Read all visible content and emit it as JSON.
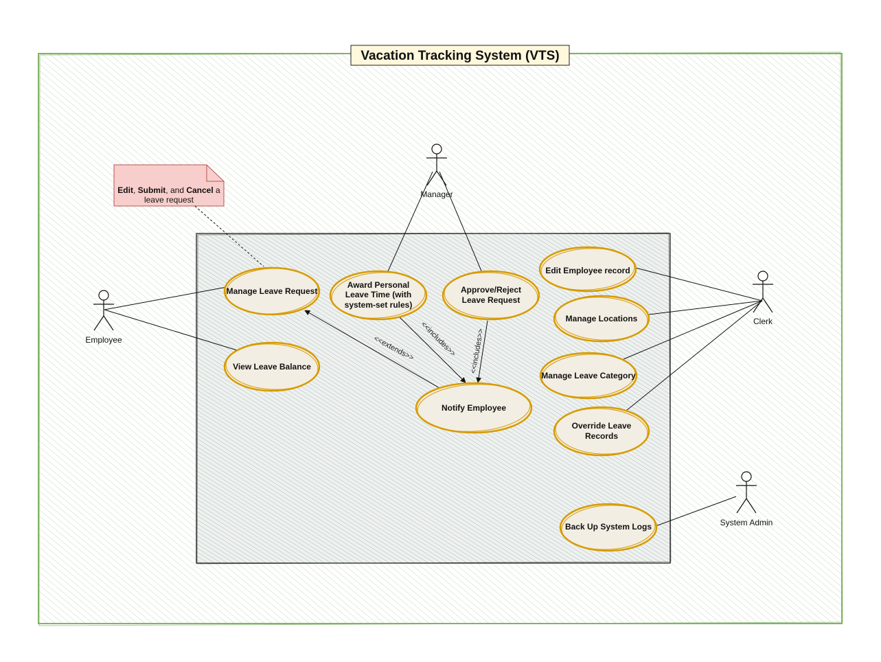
{
  "title": "Vacation Tracking System (VTS)",
  "note": {
    "line1": [
      {
        "text": "Edit",
        "bold": true
      },
      {
        "text": ", ",
        "bold": false
      },
      {
        "text": "Submit",
        "bold": true
      },
      {
        "text": ", and ",
        "bold": false
      },
      {
        "text": "Cancel",
        "bold": true
      },
      {
        "text": " a",
        "bold": false
      }
    ],
    "line2": "leave request"
  },
  "actors": {
    "employee": "Employee",
    "manager": "Manager",
    "clerk": "Clerk",
    "admin": "System Admin"
  },
  "use_cases": {
    "manage_leave": [
      "Manage Leave Request"
    ],
    "view_balance": [
      "View Leave Balance"
    ],
    "award_leave": [
      "Award Personal",
      "Leave Time (with",
      "system-set rules)"
    ],
    "approve_reject": [
      "Approve/Reject",
      "Leave Request"
    ],
    "notify": [
      "Notify Employee"
    ],
    "edit_employee": [
      "Edit Employee record"
    ],
    "manage_locations": [
      "Manage Locations"
    ],
    "manage_category": [
      "Manage Leave Category"
    ],
    "override_records": [
      "Override Leave",
      "Records"
    ],
    "backup_logs": [
      "Back Up System Logs"
    ]
  },
  "relations": {
    "extends": "<<extends>>",
    "includes_award": "<<includes>>",
    "includes_approve": "<<includes>>"
  },
  "colors": {
    "outer_border": "#82b366",
    "outer_hatch": "#c9dbbf",
    "system_border": "#222222",
    "system_hatch": "#8fa8a0",
    "usecase_stroke": "#d79b00",
    "usecase_fill": "#f3eee3",
    "note_fill": "#f8cecc",
    "note_stroke": "#b85450",
    "title_fill": "#fff8dc"
  }
}
